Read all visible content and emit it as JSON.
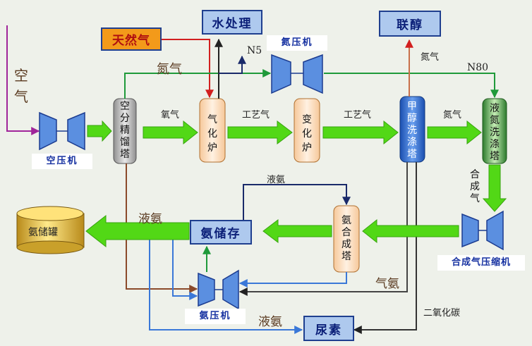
{
  "inputs": {
    "air": "空气",
    "natural_gas": "天然气"
  },
  "boxes": {
    "water_treatment": "水处理",
    "methanol_coproduct": "联醇",
    "ammonia_storage_process": "氨储存",
    "urea": "尿素"
  },
  "equipment": {
    "air_compressor": "空压机",
    "nitrogen_compressor": "氮压机",
    "syngas_compressor": "合成气压缩机",
    "ammonia_compressor": "氨压机",
    "ammonia_tank": "氨储罐"
  },
  "vessels": {
    "air_separation": "空分精馏塔",
    "gasifier": "气化炉",
    "shift_converter": "变化炉",
    "methanol_wash": "甲醇洗涤塔",
    "nitrogen_wash": "液氮洗涤塔",
    "ammonia_synthesis": "氨合成塔"
  },
  "stream_labels": {
    "nitrogen_top": "氮气",
    "n5": "N5",
    "n80": "N80",
    "oxygen": "氧气",
    "process_gas_1": "工艺气",
    "process_gas_2": "工艺气",
    "nitrogen_to_wash": "氮气",
    "nitrogen_from_wash": "氮气",
    "syngas": "合成气",
    "liquid_ammonia_top": "液氨",
    "liquid_ammonia_left": "液氨",
    "liquid_ammonia_bottom": "液氨",
    "ammonia_gas": "气氨",
    "carbon_dioxide": "二氧化碳"
  },
  "colors": {
    "green_arrow": "#52d816",
    "nitrogen_line": "#1f9a3a",
    "natural_gas_line": "#d21f1f",
    "brown_line": "#8b4a2a",
    "blue_line": "#3a78d8",
    "navy_line": "#1a2a6a",
    "air_line": "#a0259a",
    "gray_line": "#555555",
    "box_fill": "#aec9ee"
  }
}
